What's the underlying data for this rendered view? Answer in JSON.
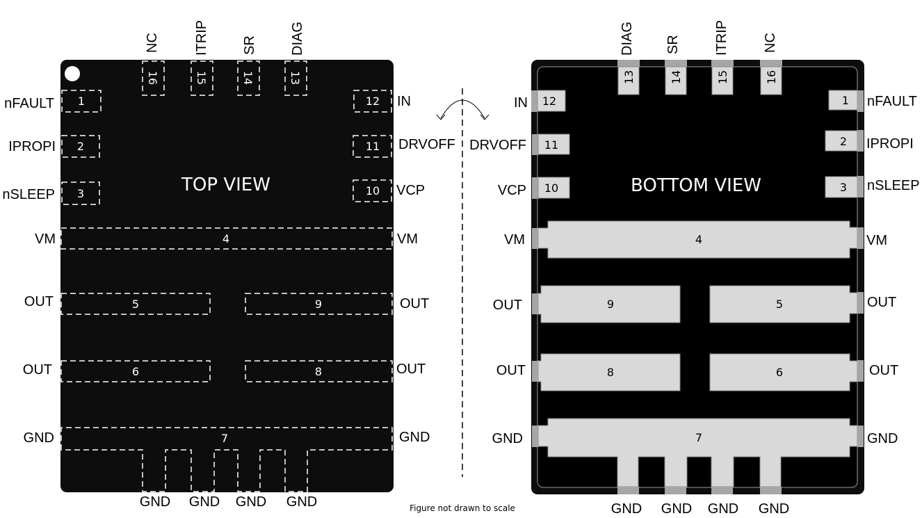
{
  "figure": {
    "note": "Figure not drawn to scale",
    "top_view": {
      "title": "TOP VIEW",
      "left_labels": [
        "nFAULT",
        "IPROPI",
        "nSLEEP",
        "VM",
        "OUT",
        "OUT",
        "GND"
      ],
      "left_pins": [
        "1",
        "2",
        "3",
        "4",
        "5",
        "6",
        "7"
      ],
      "right_labels": [
        "IN",
        "DRVOFF",
        "VCP",
        "VM",
        "OUT",
        "OUT",
        "GND"
      ],
      "right_pins": [
        "12",
        "11",
        "10",
        "9",
        "8"
      ],
      "top_labels": [
        "NC",
        "ITRIP",
        "SR",
        "DIAG"
      ],
      "top_pins": [
        "16",
        "15",
        "14",
        "13"
      ],
      "bottom_labels": [
        "GND",
        "GND",
        "GND",
        "GND"
      ]
    },
    "bottom_view": {
      "title": "BOTTOM VIEW",
      "left_labels": [
        "IN",
        "DRVOFF",
        "VCP",
        "VM",
        "OUT",
        "OUT",
        "GND"
      ],
      "left_pins": [
        "12",
        "11",
        "10"
      ],
      "right_labels": [
        "nFAULT",
        "IPROPI",
        "nSLEEP",
        "VM",
        "OUT",
        "OUT",
        "GND"
      ],
      "right_pins": [
        "1",
        "2",
        "3"
      ],
      "center_pins": [
        "4",
        "9",
        "5",
        "8",
        "6",
        "7"
      ],
      "top_labels": [
        "DIAG",
        "SR",
        "ITRIP",
        "NC"
      ],
      "top_pins": [
        "13",
        "14",
        "15",
        "16"
      ],
      "bottom_labels": [
        "GND",
        "GND",
        "GND",
        "GND"
      ]
    },
    "colors": {
      "package": "#0d0d0d",
      "pad": "#d9d9d9",
      "tab": "#a6a6a6",
      "dash": "#ffffff"
    }
  }
}
